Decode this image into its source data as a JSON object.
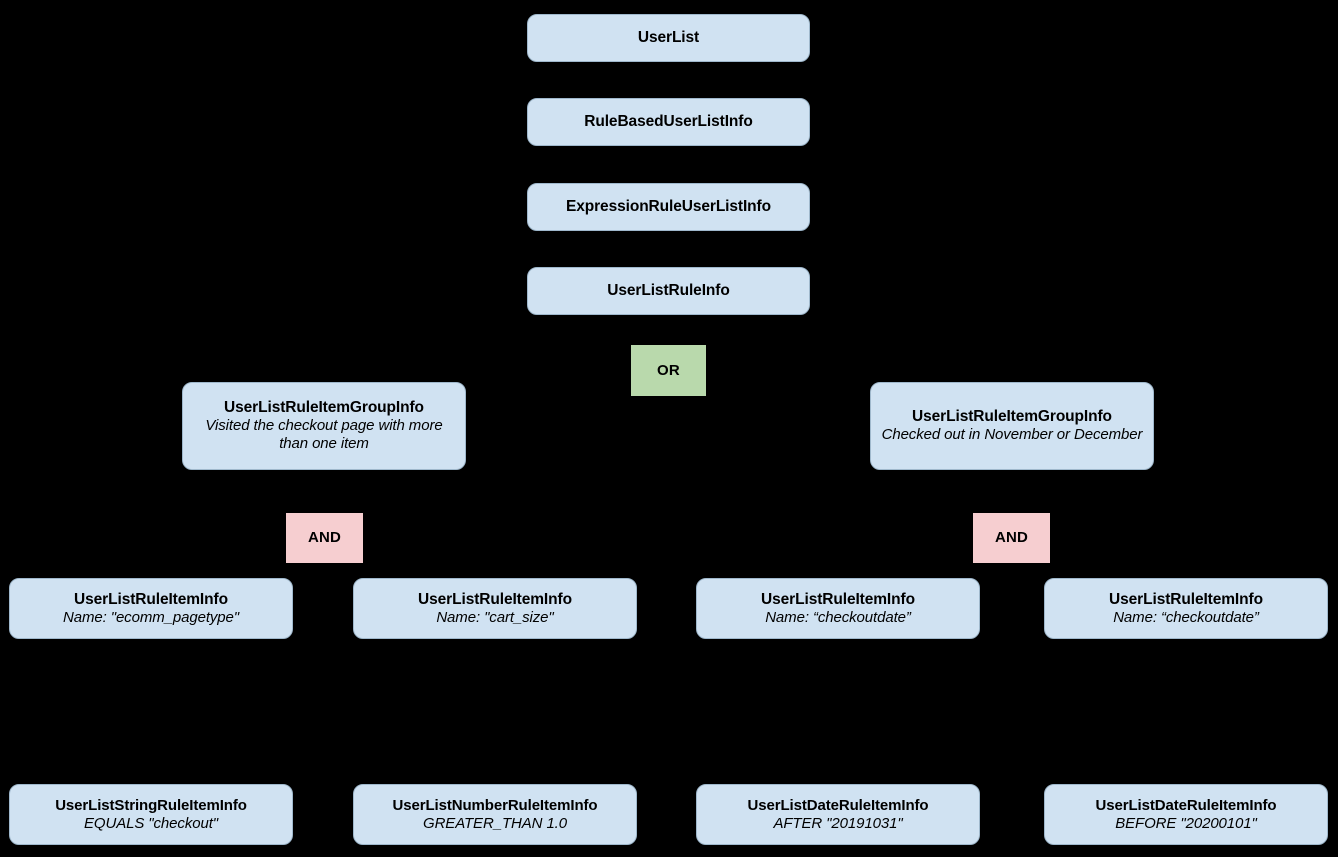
{
  "diagram": {
    "type": "class-hierarchy-tree",
    "background_color": "#000000",
    "class_box_color": "#d0e2f2",
    "or_operator_color": "#b9d9ac",
    "and_operator_color": "#f6ced0",
    "nodes": {
      "user_list": {
        "title": "UserList"
      },
      "rule_based_user_list_info": {
        "title": "RuleBasedUserListInfo"
      },
      "expression_rule_user_list_info": {
        "title": "ExpressionRuleUserListInfo"
      },
      "user_list_rule_info": {
        "title": "UserListRuleInfo"
      },
      "or_operator": {
        "label": "OR"
      },
      "group_left": {
        "title": "UserListRuleItemGroupInfo",
        "subtitle": "Visited the checkout page with more than one item"
      },
      "group_right": {
        "title": "UserListRuleItemGroupInfo",
        "subtitle": "Checked out in November or December"
      },
      "and_operator_left": {
        "label": "AND"
      },
      "and_operator_right": {
        "label": "AND"
      },
      "item_1": {
        "title": "UserListRuleItemInfo",
        "subtitle": "Name: \"ecomm_pagetype\""
      },
      "item_2": {
        "title": "UserListRuleItemInfo",
        "subtitle": "Name: \"cart_size\""
      },
      "item_3": {
        "title": "UserListRuleItemInfo",
        "subtitle": "Name: “checkoutdate”"
      },
      "item_4": {
        "title": "UserListRuleItemInfo",
        "subtitle": "Name: “checkoutdate”"
      },
      "leaf_1": {
        "title": "UserListStringRuleItemInfo",
        "subtitle": "EQUALS \"checkout\""
      },
      "leaf_2": {
        "title": "UserListNumberRuleItemInfo",
        "subtitle": "GREATER_THAN 1.0"
      },
      "leaf_3": {
        "title": "UserListDateRuleItemInfo",
        "subtitle": "AFTER \"20191031\""
      },
      "leaf_4": {
        "title": "UserListDateRuleItemInfo",
        "subtitle": "BEFORE \"20200101\""
      }
    }
  }
}
